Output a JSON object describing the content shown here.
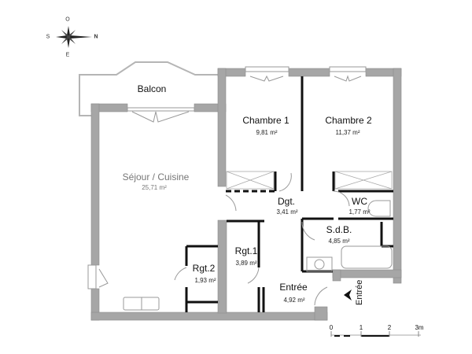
{
  "plan": {
    "rooms": [
      {
        "id": "balcon",
        "name": "Balcon",
        "area": ""
      },
      {
        "id": "sejour",
        "name": "Séjour / Cuisine",
        "area": "25,71 m²"
      },
      {
        "id": "chambre1",
        "name": "Chambre 1",
        "area": "9,81 m²"
      },
      {
        "id": "chambre2",
        "name": "Chambre 2",
        "area": "11,37 m²"
      },
      {
        "id": "dgt",
        "name": "Dgt.",
        "area": "3,41 m²"
      },
      {
        "id": "wc",
        "name": "WC",
        "area": "1,77 m²"
      },
      {
        "id": "sdb",
        "name": "S.d.B.",
        "area": "4,85 m²"
      },
      {
        "id": "rgt1",
        "name": "Rgt.1",
        "area": "3,89 m²"
      },
      {
        "id": "rgt2",
        "name": "Rgt.2",
        "area": "1,93 m²"
      },
      {
        "id": "entree",
        "name": "Entrée",
        "area": "4,92 m²"
      }
    ],
    "entrance_marker": "Entrée",
    "compass": {
      "north": "N",
      "south": "S",
      "east": "E",
      "west": "O"
    },
    "scale": {
      "ticks": [
        "0",
        "1",
        "2",
        "3m"
      ]
    },
    "colors": {
      "wall": "#a6a6a6",
      "wall_edge": "#8c8c8c",
      "partition": "#111111",
      "fixture": "#9a9a9a"
    }
  }
}
